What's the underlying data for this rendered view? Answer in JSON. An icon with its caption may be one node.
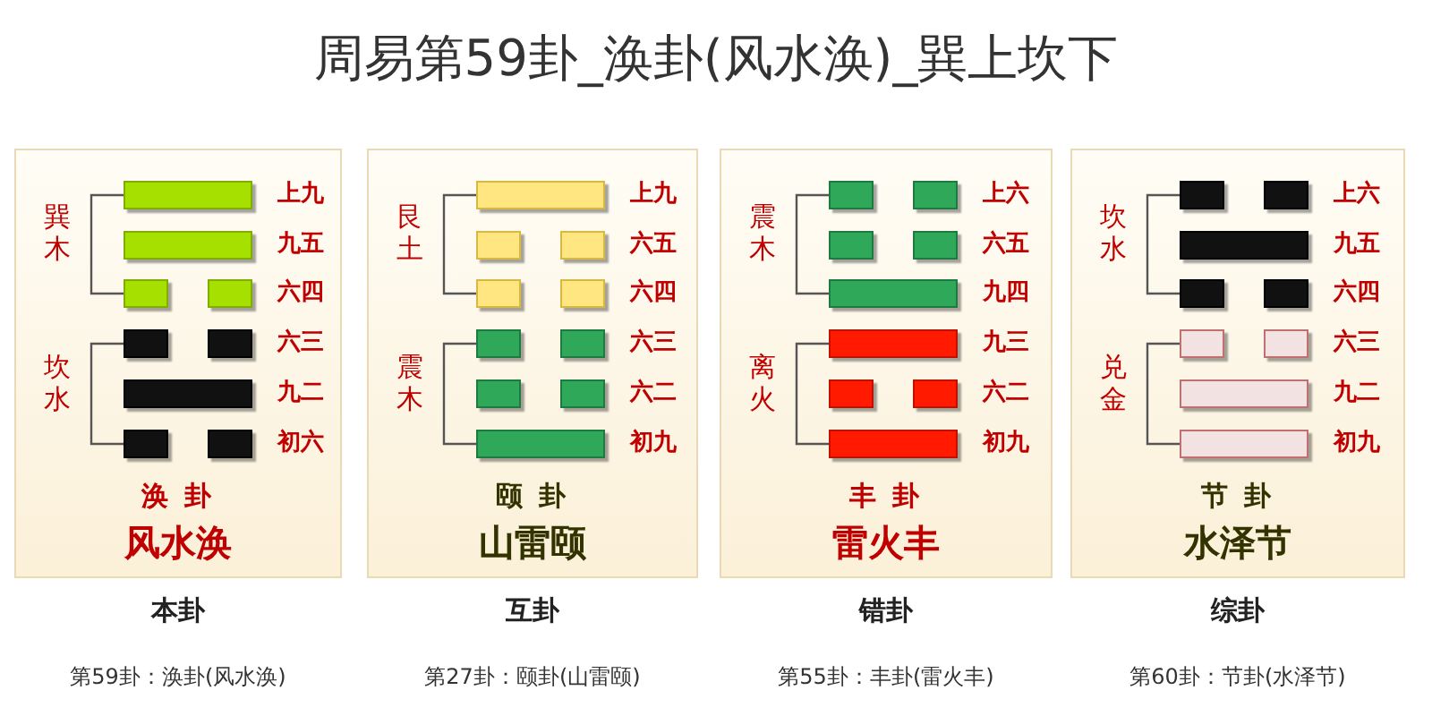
{
  "diagram": {
    "title": "周易第59卦_涣卦(风水涣)_巽上坎下",
    "nodes": [
      {
        "text": [
          "涣 卦",
          "风水涣"
        ],
        "beside": [
          "本卦",
          "第59卦：涣卦(风水涣)"
        ]
      },
      {
        "text": [
          "颐 卦",
          "山雷颐"
        ],
        "beside": [
          "互卦",
          "第27卦：颐卦(山雷颐)"
        ]
      },
      {
        "text": [
          "丰 卦",
          "雷火丰"
        ],
        "beside": [
          "错卦",
          "第55卦：丰卦(雷火丰)"
        ]
      },
      {
        "text": [
          "节 卦",
          "水泽节"
        ],
        "beside": [
          "综卦",
          "第60卦：节卦(水泽节)"
        ]
      }
    ],
    "labels": [
      "巽木",
      "上九",
      "九五",
      "六四",
      "坎水",
      "六三",
      "九二",
      "初六",
      "艮土",
      "上九",
      "六五",
      "六四",
      "震木",
      "六三",
      "六二",
      "初九",
      "震木",
      "上六",
      "六五",
      "九四",
      "离火",
      "九三",
      "六二",
      "初九",
      "坎水",
      "上六",
      "九五",
      "六四",
      "兑金",
      "六三",
      "九二",
      "初九"
    ]
  }
}
